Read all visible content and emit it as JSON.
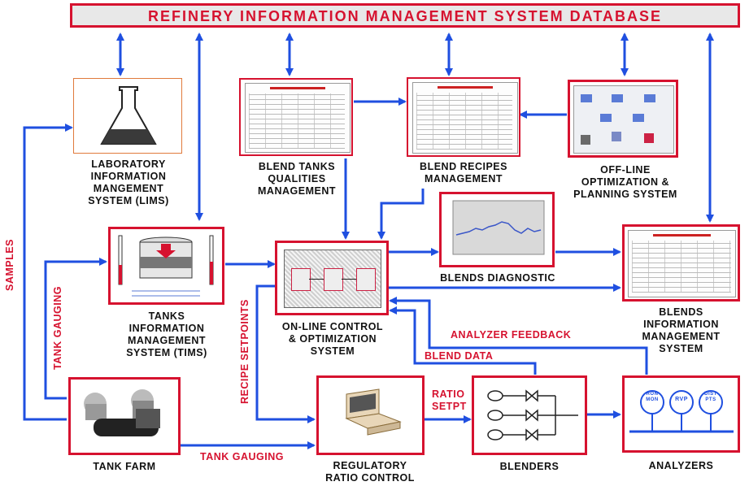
{
  "title": "REFINERY INFORMATION MANAGEMENT SYSTEM DATABASE",
  "nodes": {
    "lims": "LABORATORY\nINFORMATION\nMANGEMENT\nSYSTEM (LIMS)",
    "blend_tanks": "BLEND TANKS\nQUALITIES\nMANAGEMENT",
    "blend_recipes": "BLEND RECIPES\nMANAGEMENT",
    "offline": "OFF-LINE\nOPTIMIZATION &\nPLANNING SYSTEM",
    "tims": "TANKS\nINFORMATION\nMANAGEMENT\nSYSTEM (TIMS)",
    "online": "ON-LINE CONTROL\n& OPTIMIZATION\nSYSTEM",
    "blends_diagnostic": "BLENDS DIAGNOSTIC",
    "bims": "BLENDS\nINFORMATION\nMANAGEMENT\nSYSTEM",
    "tank_farm": "TANK FARM",
    "regulatory": "REGULATORY\nRATIO CONTROL",
    "blenders": "BLENDERS",
    "analyzers": "ANALYZERS"
  },
  "flows": {
    "samples": "SAMPLES",
    "tank_gauging_vertical": "TANK GAUGING",
    "recipe_setpoints": "RECIPE SETPOINTS",
    "analyzer_feedback": "ANALYZER FEEDBACK",
    "blend_data": "BLEND DATA",
    "ratio_setpt": "RATIO\nSETPT",
    "tank_gauging_horizontal": "TANK GAUGING"
  },
  "analyzer_gauges": [
    "RON\nMON",
    "RVP",
    "DIST\nPTS"
  ],
  "colors": {
    "accent": "#d6122f",
    "arrow": "#1f4fe0"
  }
}
